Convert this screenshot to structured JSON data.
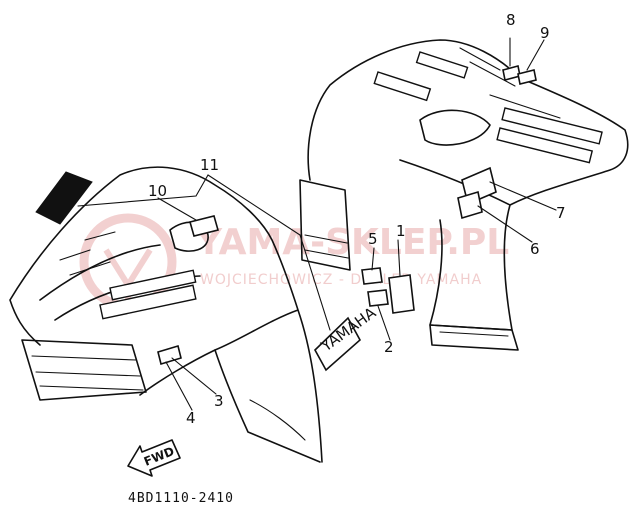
{
  "diagram": {
    "callouts": [
      "1",
      "2",
      "3",
      "4",
      "5",
      "6",
      "7",
      "8",
      "9",
      "10",
      "11"
    ],
    "part_code": "4BD1110-2410",
    "direction_label": "FWD",
    "decal_text": "YAMAHA"
  },
  "watermark": {
    "brand": "YAMA-SKLEP.PL",
    "subtitle": "WOJCIECHOWICZ - DEALER YAMAHA",
    "logo": "tuning-fork-logo",
    "color": "#f0c8c8"
  }
}
